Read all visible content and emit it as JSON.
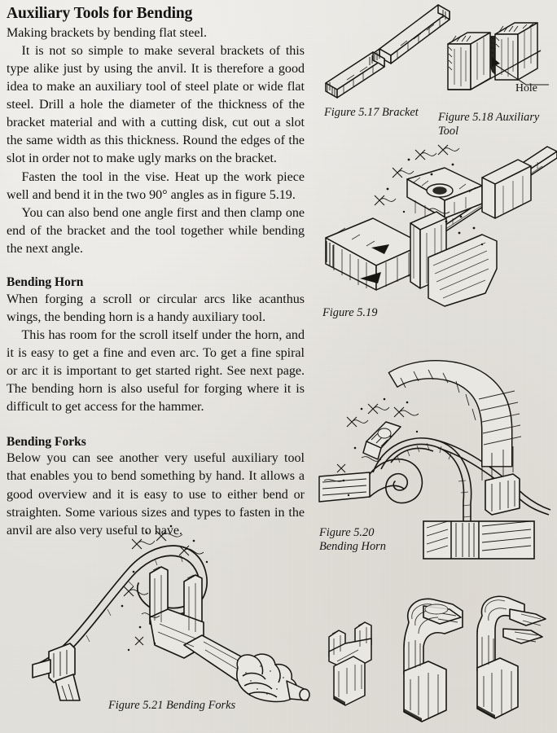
{
  "page": {
    "title": "Auxiliary Tools for Bending",
    "background_color": "#e7e5e0",
    "ink_color": "#17150f"
  },
  "sections": [
    {
      "id": "auxiliary-tools",
      "heading": "Auxiliary Tools for Bending",
      "paragraphs": [
        "Making brackets by bending flat steel.",
        "It is not so simple to make several brackets of this type alike just by using the anvil. It is therefore a good idea to make an auxiliary tool of steel plate or wide flat steel. Drill a hole the diameter of the thickness of the bracket material and with a cutting disk, cut out a slot the same width as this thickness. Round the edges of the slot in order not to make ugly marks on the bracket.",
        "Fasten the tool in the vise. Heat up the work piece well and bend it in the two 90° angles as in figure 5.19.",
        "You can also bend one angle first and then clamp one end of the bracket and the tool together while bending the next angle."
      ]
    },
    {
      "id": "bending-horn",
      "heading": "Bending Horn",
      "paragraphs": [
        "When forging a scroll or circular arcs like acanthus wings, the bending horn is a handy auxiliary tool.",
        "This has room for the scroll itself under the horn, and it is easy to get a fine and even arc. To get a fine spiral or arc it is important to get started right. See next page. The bending horn is also useful for forging where it is difficult to get access for the hammer."
      ]
    },
    {
      "id": "bending-forks",
      "heading": "Bending Forks",
      "paragraphs": [
        "Below you can see another very useful auxiliary tool that enables you to bend something by hand. It allows a good overview and it is easy to use to either bend or straighten. Some various sizes and types to fasten in the anvil are also very useful to have."
      ]
    }
  ],
  "figures": [
    {
      "id": "fig-5-17",
      "caption": "Figure 5.17 Bracket",
      "subject": "bracket-offset-bend-flat-bar"
    },
    {
      "id": "fig-5-18",
      "caption": "Figure 5.18 Auxiliary Tool",
      "subject": "two-steel-plates-with-slot",
      "callout": "Hole"
    },
    {
      "id": "fig-5-19",
      "caption": "Figure 5.19",
      "subject": "bending-tool-clamped-in-vise-with-hot-bar"
    },
    {
      "id": "fig-5-20",
      "caption": "Figure 5.20\nBending Horn",
      "subject": "bending-horn-with-scroll-in-hardy-hole"
    },
    {
      "id": "fig-5-21",
      "caption": "Figure 5.21 Bending Forks",
      "subject": "hand-held-bending-fork-bending-hot-bar"
    },
    {
      "id": "fig-forks-set",
      "caption": "",
      "subject": "three-bending-forks-various-sizes"
    }
  ]
}
